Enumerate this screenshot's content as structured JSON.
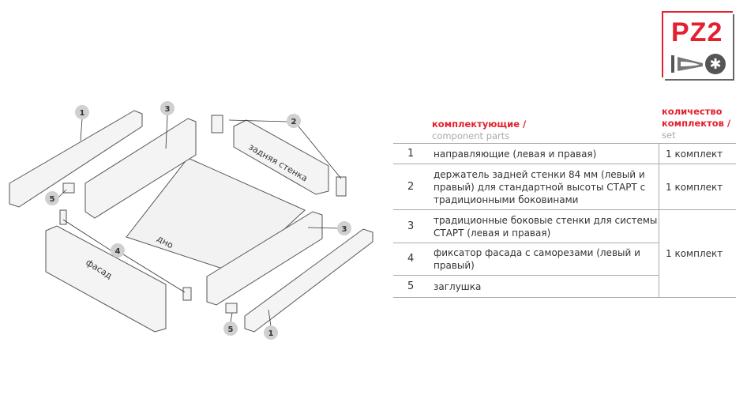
{
  "logo": {
    "text": "PZ2",
    "icon": "screwdriver-phillips-icon",
    "accent": "#e4202e"
  },
  "diagram": {
    "labels": {
      "back_wall": "задняя стенка",
      "bottom": "дно",
      "facade": "фасад"
    },
    "callouts": [
      "1",
      "3",
      "2",
      "5",
      "4",
      "3",
      "5",
      "1"
    ]
  },
  "table": {
    "header": {
      "parts_ru": "комплектующие /",
      "parts_en": "component parts",
      "qty_ru_1": "количество",
      "qty_ru_2": "комплектов /",
      "qty_en": "set"
    },
    "rows": [
      {
        "num": "1",
        "text": "направляющие (левая и правая)",
        "qty": "1 комплект"
      },
      {
        "num": "2",
        "text": "держатель задней стенки 84 мм (левый и правый) для стандартной высоты СТАРТ с традиционными боковинами",
        "qty": "1 комплект"
      },
      {
        "num": "3",
        "text": "традиционные боковые стенки для системы СТАРТ (левая и правая)",
        "qty": "1 комплект"
      },
      {
        "num": "4",
        "text": "фиксатор фасада с саморезами (левый и правый)"
      },
      {
        "num": "5",
        "text": "заглушка"
      }
    ]
  }
}
